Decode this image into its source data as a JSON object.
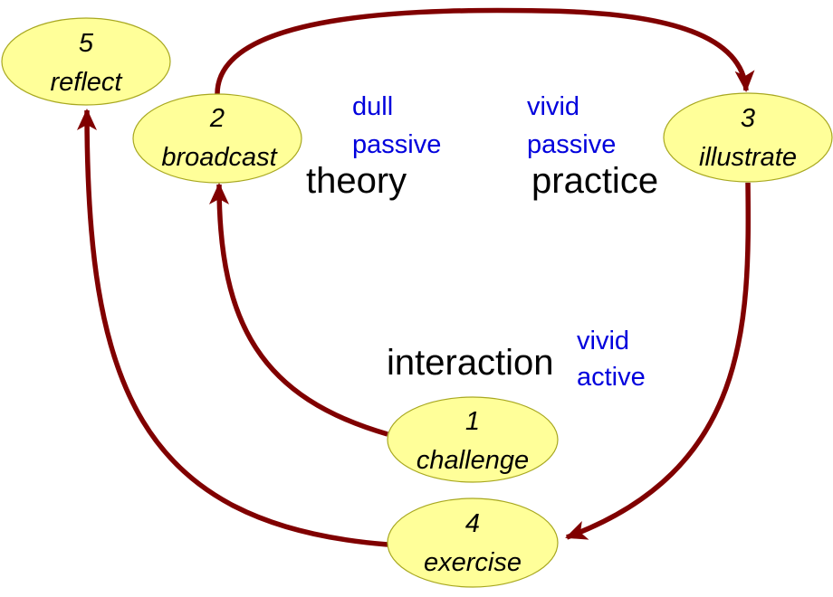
{
  "colors": {
    "arrow": "#800000",
    "node_fill": "#ffff99",
    "node_stroke": "#a8a820",
    "concept_text": "#000000",
    "quality_text": "#0000dd"
  },
  "nodes": {
    "reflect": {
      "number": "5",
      "label": "reflect"
    },
    "broadcast": {
      "number": "2",
      "label": "broadcast"
    },
    "illustrate": {
      "number": "3",
      "label": "illustrate"
    },
    "challenge": {
      "number": "1",
      "label": "challenge"
    },
    "exercise": {
      "number": "4",
      "label": "exercise"
    }
  },
  "concepts": {
    "theory": "theory",
    "practice": "practice",
    "interaction": "interaction"
  },
  "qualities": {
    "theory": {
      "line1": "dull",
      "line2": "passive"
    },
    "practice": {
      "line1": "vivid",
      "line2": "passive"
    },
    "interaction": {
      "line1": "vivid",
      "line2": "active"
    }
  },
  "edges": [
    {
      "from": "broadcast",
      "to": "illustrate"
    },
    {
      "from": "illustrate",
      "to": "exercise"
    },
    {
      "from": "exercise",
      "to": "reflect"
    },
    {
      "from": "challenge",
      "to": "broadcast"
    }
  ]
}
